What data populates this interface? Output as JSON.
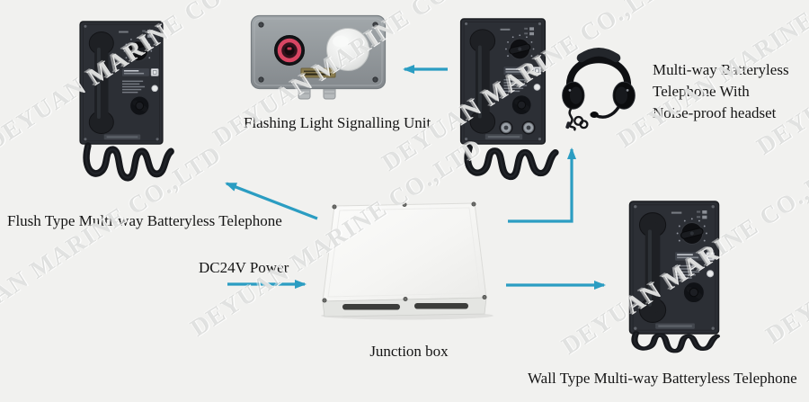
{
  "watermark": {
    "text": "DEYUAN MARINE CO.,LTD"
  },
  "colors": {
    "background": "#f1f1ef",
    "arrow": "#2b9dc2",
    "label_text": "#151515",
    "phone_body": "#2c2f35",
    "signalling_unit_body": "#969ca0",
    "signalling_button_ring": "#d84663",
    "junction_box_face": "#f8f8f7"
  },
  "diagram": {
    "nodes": [
      {
        "id": "flush-telephone",
        "type": "telephone",
        "label": "Flush Type Multi-way Batteryless Telephone"
      },
      {
        "id": "flashing-light-unit",
        "type": "signalling-unit",
        "label": "Flashing Light Signalling Unit"
      },
      {
        "id": "headset-telephone",
        "type": "telephone-with-headset",
        "label": "Multi-way Batteryless Telephone With Noise-proof headset",
        "label_lines": [
          "Multi-way Batteryless",
          "Telephone With",
          "Noise-proof headset"
        ]
      },
      {
        "id": "junction-box",
        "type": "junction-box",
        "label": "Junction box"
      },
      {
        "id": "wall-telephone",
        "type": "telephone",
        "label": "Wall Type Multi-way Batteryless Telephone"
      },
      {
        "id": "dc24v-power",
        "type": "power-input",
        "label": "DC24V Power"
      }
    ],
    "connections": [
      {
        "from": "junction-box",
        "to": "flush-telephone"
      },
      {
        "from": "headset-telephone",
        "to": "flashing-light-unit"
      },
      {
        "from": "junction-box",
        "to": "headset-telephone"
      },
      {
        "from": "dc24v-power",
        "to": "junction-box"
      },
      {
        "from": "junction-box",
        "to": "wall-telephone"
      }
    ]
  }
}
